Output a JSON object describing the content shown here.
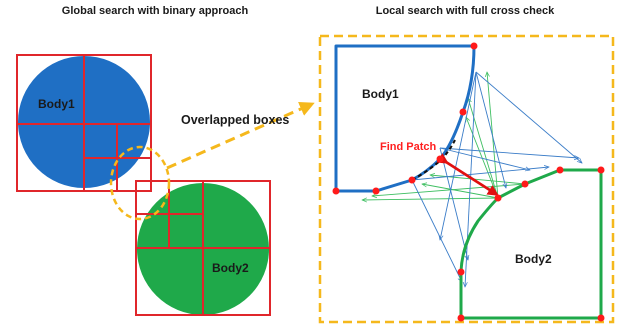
{
  "titles": {
    "left": "Global search with binary approach",
    "right": "Local search with full cross check"
  },
  "labels": {
    "body1_left": "Body1",
    "body2_left": "Body2",
    "overlapped": "Overlapped boxes",
    "body1_right": "Body1",
    "body2_right": "Body2",
    "find_patch": "Find Patch"
  },
  "colors": {
    "body1": "#1f6fc4",
    "body2": "#1fa94a",
    "boxes": "#e0262b",
    "highlight": "#f5b81c",
    "check_line_blue": "#3b7dc8",
    "check_line_green": "#3fbf62",
    "vertex": "#ff1a1a",
    "patch_arrow": "#e01010"
  }
}
